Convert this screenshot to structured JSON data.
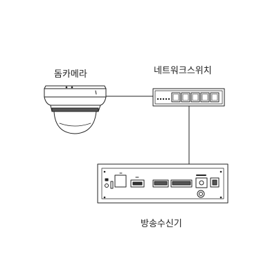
{
  "labels": {
    "dome_camera": "돔카메라",
    "network_switch": "네트워크스위치",
    "broadcast_receiver": "방송수신기"
  },
  "colors": {
    "stroke": "#222222",
    "background": "#ffffff"
  }
}
